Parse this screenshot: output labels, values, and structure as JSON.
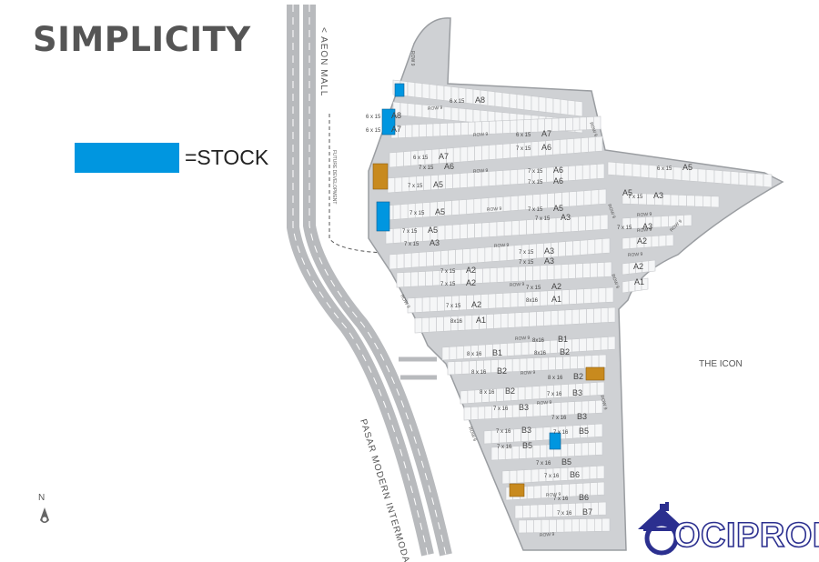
{
  "title": "SIMPLICITY",
  "legend": {
    "label": "=STOCK",
    "color": "#0096e0"
  },
  "colors": {
    "road": "#cfd1d4",
    "road_edge": "#a9acb0",
    "lot": "#f5f6f7",
    "lot_line": "#c6c8cb",
    "stock": "#0096e0",
    "sold": "#c88a1e",
    "boundary": "#9a9da1",
    "text": "#444444",
    "logo_blue": "#2b2f8f"
  },
  "roads": {
    "aeon_mall": "< AEON MALL",
    "pasar_modern": "PASAR MODERN INTERMODA >",
    "future_development": "FUTURE DEVELOPMENT",
    "row_label": "ROW 9"
  },
  "landmarks": {
    "the_icon": "THE ICON"
  },
  "block_labels": [
    {
      "text": "A8",
      "size": "6 x 15"
    },
    {
      "text": "A8",
      "size": "6 x 15"
    },
    {
      "text": "A7",
      "size": "6 x 15"
    },
    {
      "text": "A7",
      "size": "6 x 15"
    },
    {
      "text": "A7",
      "size": "6 x 15"
    },
    {
      "text": "A6",
      "size": "7 x 15"
    },
    {
      "text": "A6",
      "size": "7 x 15"
    },
    {
      "text": "A6",
      "size": "7 x 15"
    },
    {
      "text": "A5",
      "size": "7 x 15"
    },
    {
      "text": "A6",
      "size": "7 x 15"
    },
    {
      "text": "A5",
      "size": "7 x 15"
    },
    {
      "text": "A5",
      "size": "7 x 15"
    },
    {
      "text": "A5",
      "size": "7 x 15"
    },
    {
      "text": "A3",
      "size": "7 x 15"
    },
    {
      "text": "A3",
      "size": "7 x 15"
    },
    {
      "text": "A3",
      "size": "7 x 15"
    },
    {
      "text": "A2",
      "size": "7 x 15"
    },
    {
      "text": "A3",
      "size": "7 x 15"
    },
    {
      "text": "A2",
      "size": "7 x 15"
    },
    {
      "text": "A2",
      "size": "7 x 15"
    },
    {
      "text": "A1",
      "size": "8x16"
    },
    {
      "text": "A2",
      "size": "7 x 15"
    },
    {
      "text": "A1",
      "size": "8x16"
    },
    {
      "text": "A5",
      "size": "6 x 15"
    },
    {
      "text": "A5",
      "size": ""
    },
    {
      "text": "A3",
      "size": "7 x 15"
    },
    {
      "text": "A3",
      "size": "7 x 15"
    },
    {
      "text": "A2",
      "size": ""
    },
    {
      "text": "A2",
      "size": ""
    },
    {
      "text": "A1",
      "size": ""
    },
    {
      "text": "B1",
      "size": "8 x 16"
    },
    {
      "text": "B1",
      "size": "8x16"
    },
    {
      "text": "B2",
      "size": "8 x 16"
    },
    {
      "text": "B2",
      "size": "8x16"
    },
    {
      "text": "B2",
      "size": "8 x 16"
    },
    {
      "text": "B2",
      "size": "8 x 16"
    },
    {
      "text": "B3",
      "size": "7 x 16"
    },
    {
      "text": "B3",
      "size": "7 x 16"
    },
    {
      "text": "B3",
      "size": "7 x 16"
    },
    {
      "text": "B3",
      "size": "7 x 16"
    },
    {
      "text": "B5",
      "size": "7 x 16"
    },
    {
      "text": "B5",
      "size": "7 x 16"
    },
    {
      "text": "B5",
      "size": "7 x 16"
    },
    {
      "text": "B6",
      "size": "7 x 16"
    },
    {
      "text": "B6",
      "size": "7 x 16"
    },
    {
      "text": "B7",
      "size": "7 x 16"
    }
  ],
  "north": {
    "label": "N"
  },
  "logo": {
    "text": "OCIPROP"
  }
}
